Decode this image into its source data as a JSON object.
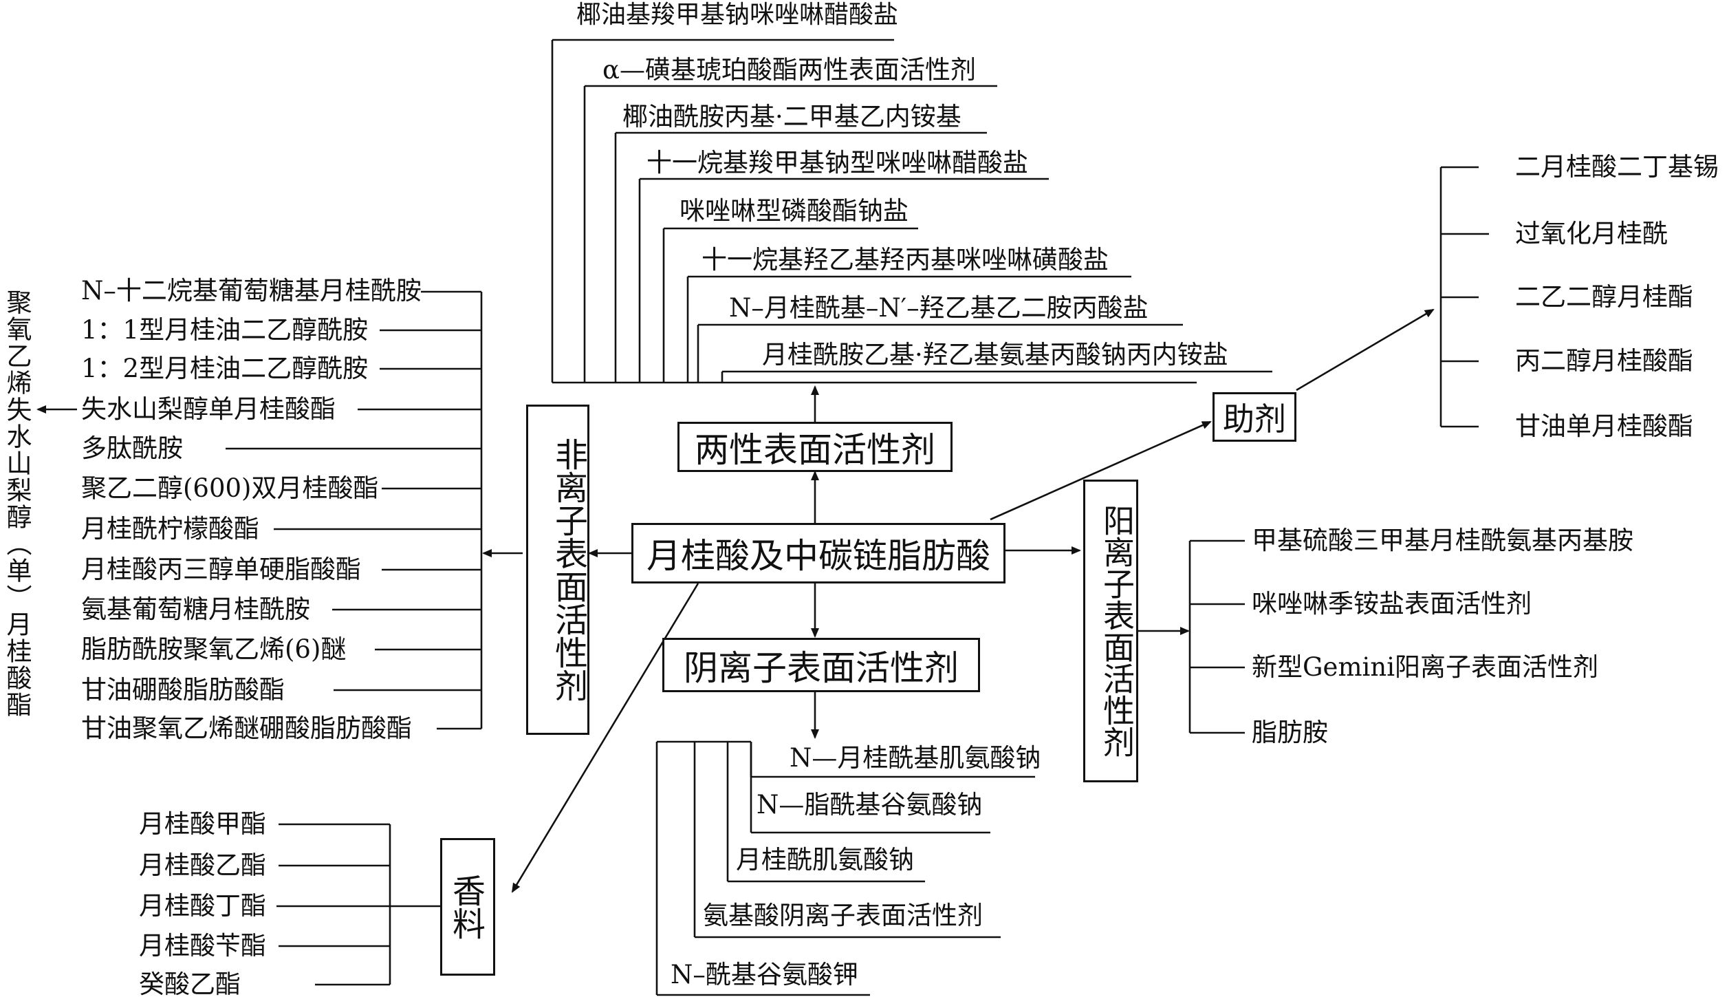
{
  "center": "月桂酸及中碳链脂肪酸",
  "amphoteric": {
    "label": "两性表面活性剂",
    "items": [
      "椰油基羧甲基钠咪唑啉醋酸盐",
      "α—磺基琥珀酸酯两性表面活性剂",
      "椰油酰胺丙基·二甲基乙内铵基",
      "十一烷基羧甲基钠型咪唑啉醋酸盐",
      "咪唑啉型磷酸酯钠盐",
      "十一烷基羟乙基羟丙基咪唑啉磺酸盐",
      "N–月桂酰基–N′–羟乙基乙二胺丙酸盐",
      "月桂酰胺乙基·羟乙基氨基丙酸钠丙内铵盐"
    ]
  },
  "nonionic": {
    "label": "非离子表面活性剂",
    "items": [
      "N–十二烷基葡萄糖基月桂酰胺",
      "1：1型月桂油二乙醇酰胺",
      "1：2型月桂油二乙醇酰胺",
      "失水山梨醇单月桂酸酯",
      "多肽酰胺",
      "聚乙二醇(600)双月桂酸酯",
      "月桂酰柠檬酸酯",
      "月桂酸丙三醇单硬脂酸酯",
      "氨基葡萄糖月桂酰胺",
      "脂肪酰胺聚氧乙烯(6)醚",
      "甘油硼酸脂肪酸酯",
      "甘油聚氧乙烯醚硼酸脂肪酸酯"
    ],
    "derived": "聚氧乙烯失水山梨醇（单）月桂酸酯"
  },
  "anionic": {
    "label": "阴离子表面活性剂",
    "items": [
      "N—月桂酰基肌氨酸钠",
      "N—脂酰基谷氨酸钠",
      "月桂酰肌氨酸钠",
      "氨基酸阴离子表面活性剂",
      "N–酰基谷氨酸钾"
    ]
  },
  "cationic": {
    "label": "阳离子表面活性剂",
    "items": [
      "甲基硫酸三甲基月桂酰氨基丙基胺",
      "咪唑啉季铵盐表面活性剂",
      "新型Gemini阳离子表面活性剂",
      "脂肪胺"
    ]
  },
  "auxiliary": {
    "label": "助剂",
    "items": [
      "二月桂酸二丁基锡",
      "过氧化月桂酰",
      "二乙二醇月桂酯",
      "丙二醇月桂酸酯",
      "甘油单月桂酸酯"
    ]
  },
  "fragrance": {
    "label": "香料",
    "items": [
      "月桂酸甲酯",
      "月桂酸乙酯",
      "月桂酸丁酯",
      "月桂酸苄酯",
      "癸酸乙酯"
    ]
  }
}
